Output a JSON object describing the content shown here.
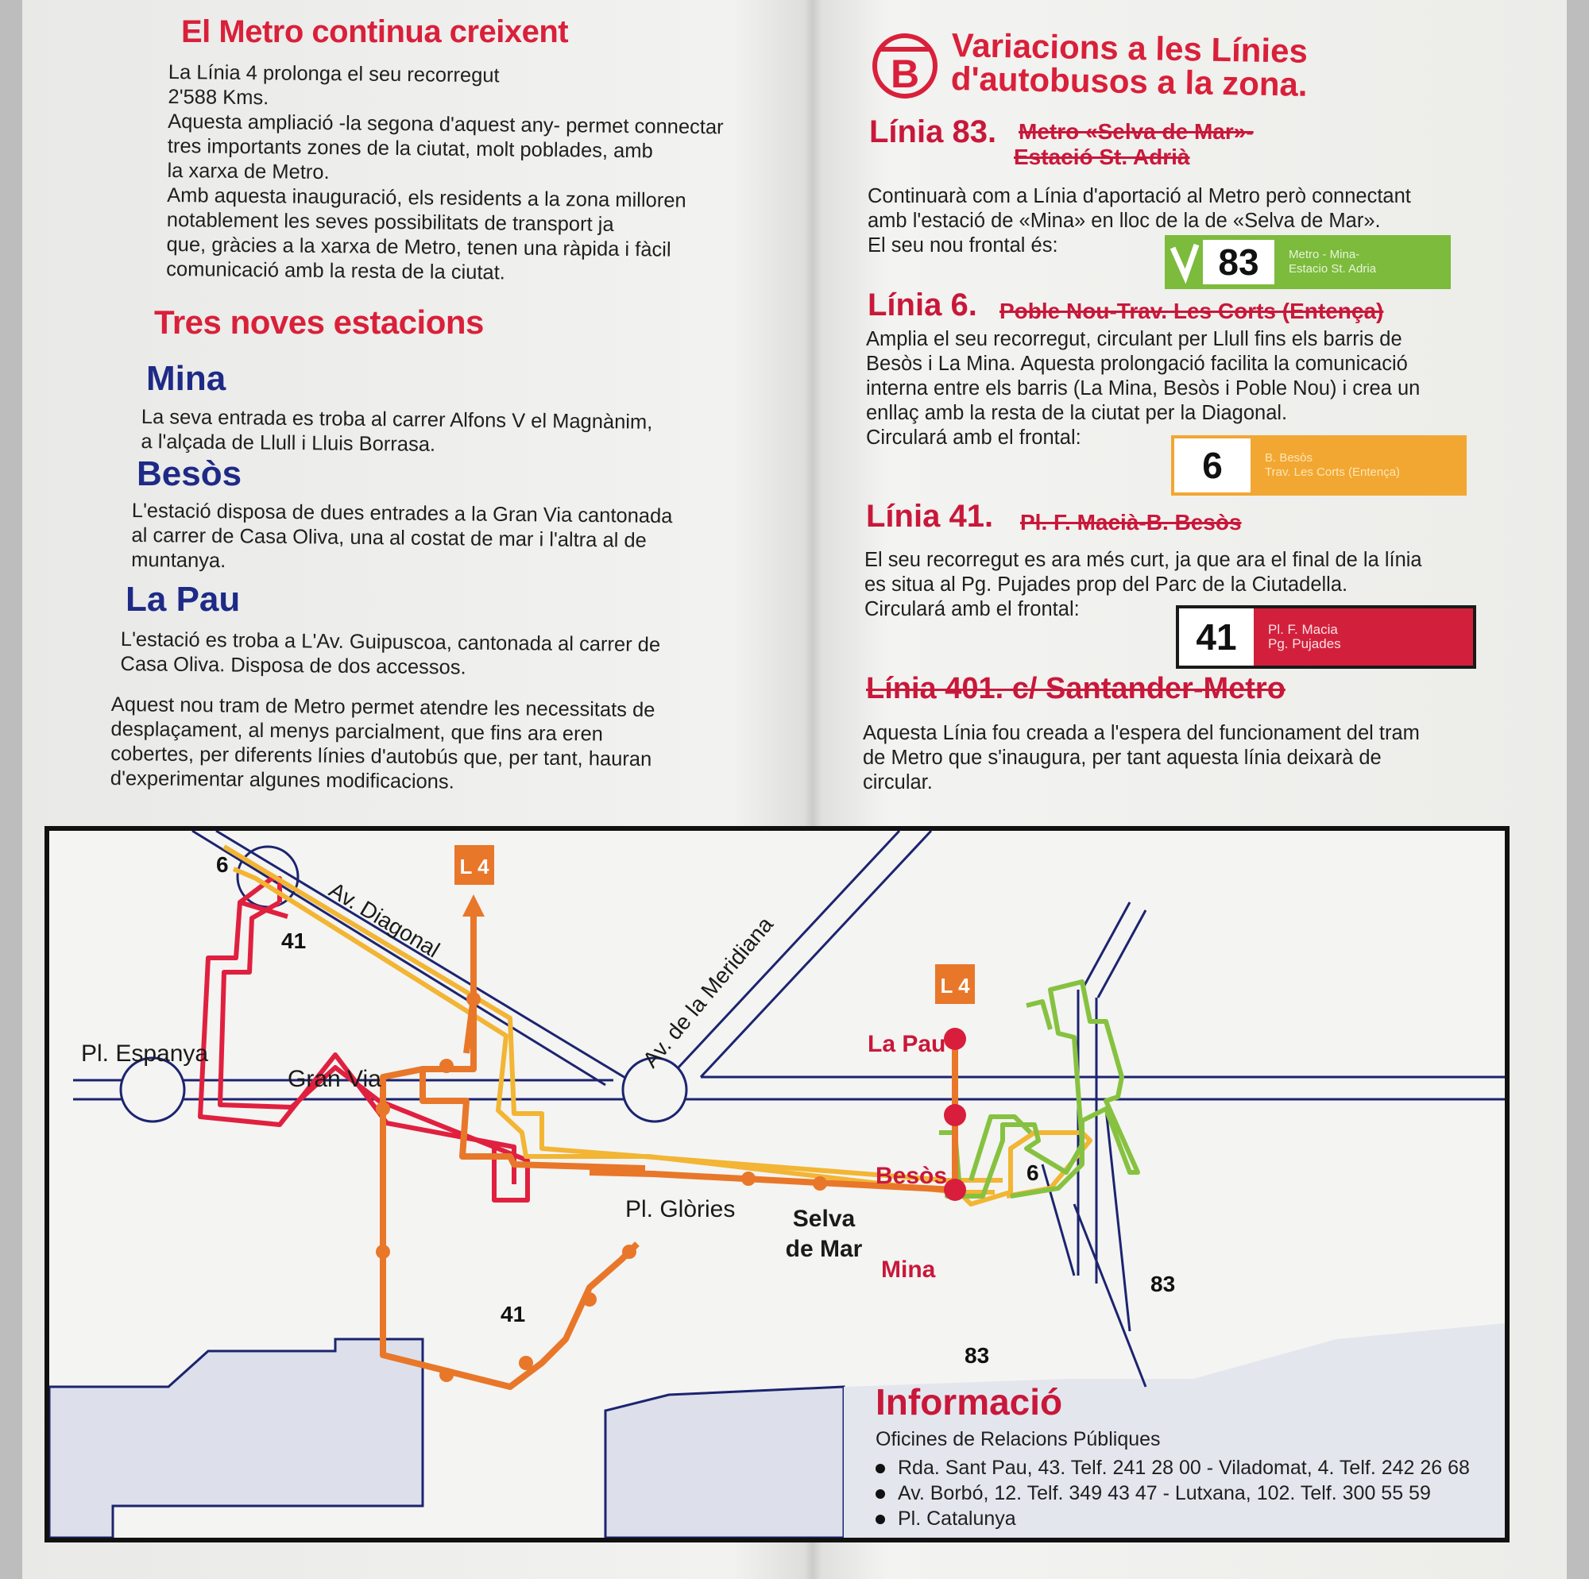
{
  "left": {
    "title": "El Metro continua creixent",
    "intro": [
      "La Línia 4 prolonga el seu recorregut",
      "2'588 Kms.",
      "Aquesta ampliació -la segona d'aquest any- permet connectar",
      "tres importants zones de la ciutat, molt poblades, amb",
      "la xarxa de Metro.",
      "Amb aquesta inauguració, els residents a la zona milloren",
      "notablement les seves possibilitats de transport ja",
      "que, gràcies a la xarxa de Metro, tenen una ràpida i fàcil",
      "comunicació amb la resta de la ciutat."
    ],
    "stations_title": "Tres noves estacions",
    "stations": [
      {
        "name": "Mina",
        "lines": [
          "La seva entrada es troba al carrer Alfons V el Magnànim,",
          "a l'alçada de  Llull i  Lluis Borrasa."
        ]
      },
      {
        "name": "Besòs",
        "lines": [
          "L'estació disposa de dues entrades a la Gran Via cantonada",
          "al carrer de Casa Oliva, una al costat de mar i l'altra al de",
          "muntanya."
        ]
      },
      {
        "name": "La Pau",
        "lines": [
          "L'estació es troba a L'Av. Guipuscoa, cantonada al carrer de",
          "Casa Oliva. Disposa de dos accessos."
        ]
      }
    ],
    "closing": [
      "Aquest nou tram de Metro permet atendre les necessitats de",
      "desplaçament, al menys parcialment, que fins ara eren",
      "cobertes, per diferents línies d'autobús que, per tant, hauran",
      "d'experimentar algunes modificacions."
    ]
  },
  "right": {
    "logo_letter": "B",
    "title_l1": "Variacions a les Línies",
    "title_l2": "d'autobusos a la zona.",
    "l83": {
      "head": "Línia 83.",
      "old1": "Metro «Selva de Mar»-",
      "old2": "Estació St. Adrià",
      "text": [
        "Continuarà com a Línia d'aportació al Metro però connectant",
        "amb l'estació de «Mina» en lloc de la de «Selva de Mar».",
        "El seu nou frontal és:"
      ],
      "sign_num": "83",
      "sign_dest1": "Metro - Mina-",
      "sign_dest2": "Estacio St. Adria",
      "sign_color": "#7cbb3c"
    },
    "l6": {
      "head": "Línia 6.",
      "old": "Poble Nou-Trav. Les Corts (Entença)",
      "text": [
        "Amplia el seu recorregut, circulant per Llull fins els barris de",
        "Besòs i La Mina. Aquesta prolongació facilita la comunicació",
        "interna entre els barris (La Mina, Besòs i Poble Nou) i crea un",
        "enllaç amb la resta de la ciutat per la Diagonal.",
        "Circulará amb el frontal:"
      ],
      "sign_num": "6",
      "sign_dest1": "B. Besòs",
      "sign_dest2": "Trav.     Les Corts (Entença)",
      "sign_color": "#f2a732"
    },
    "l41": {
      "head": "Línia 41.",
      "old": "Pl. F. Macià-B. Besòs",
      "text": [
        "El seu recorregut es ara més curt, ja que ara el final de la línia",
        "es situa al Pg. Pujades prop del Parc de la Ciutadella.",
        "Circulará amb el frontal:"
      ],
      "sign_num": "41",
      "sign_dest1": "Pl. F. Macia",
      "sign_dest2": "Pg. Pujades",
      "sign_color": "#d2203c"
    },
    "l401": {
      "head": "Línia 401. c/ Santander-Metro",
      "text": [
        "Aquesta Línia fou creada a l'espera del funcionament del tram",
        "de Metro que s'inaugura, per tant aquesta línia deixarà de",
        "circular."
      ]
    }
  },
  "map": {
    "labels": {
      "diagonal": "Av. Diagonal",
      "meridiana": "Av. de la Meridiana",
      "espanya": "Pl. Espanya",
      "granvia": "Gran Via",
      "glories": "Pl. Glòries",
      "selva1": "Selva",
      "selva2": "de Mar",
      "mina": "Mina",
      "besos": "Besòs",
      "lapau": "La Pau",
      "l4": "L 4",
      "n6a": "6",
      "n41a": "41",
      "n41b": "41",
      "n6b": "6",
      "n83a": "83",
      "n83b": "83"
    },
    "colors": {
      "metro": "#e8772a",
      "bus6": "#f2b534",
      "bus41": "#e0203f",
      "bus83": "#86c240",
      "street": "#1c2470",
      "sea": "#dde0ea"
    }
  },
  "info": {
    "title": "Informació",
    "subtitle": "Oficines de Relacions Públiques",
    "items": [
      "Rda. Sant Pau, 43. Telf. 241 28 00 - Viladomat, 4. Telf. 242 26 68",
      "Av. Borbó, 12. Telf. 349 43 47 - Lutxana, 102. Telf. 300 55 59",
      "Pl. Catalunya"
    ]
  }
}
